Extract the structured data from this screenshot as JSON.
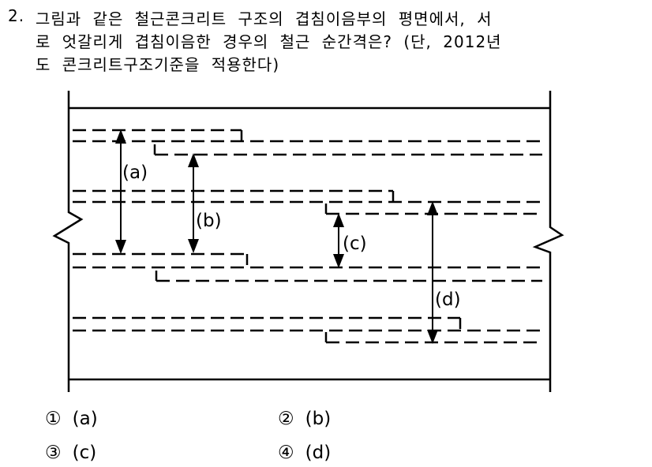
{
  "question": {
    "number": "2.",
    "lines": [
      "그림과 같은 철근콘크리트 구조의 겹침이음부의 평면에서, 서",
      "로 엇갈리게 겹침이음한 경우의 철근 순간격은? (단, 2012년",
      "도 콘크리트구조기준을 적용한다)"
    ]
  },
  "diagram": {
    "labels": {
      "a": "(a)",
      "b": "(b)",
      "c": "(c)",
      "d": "(d)"
    }
  },
  "options": [
    {
      "marker": "①",
      "label": "(a)"
    },
    {
      "marker": "②",
      "label": "(b)"
    },
    {
      "marker": "③",
      "label": "(c)"
    },
    {
      "marker": "④",
      "label": "(d)"
    }
  ],
  "colors": {
    "ink": "#000000",
    "background": "#ffffff"
  }
}
